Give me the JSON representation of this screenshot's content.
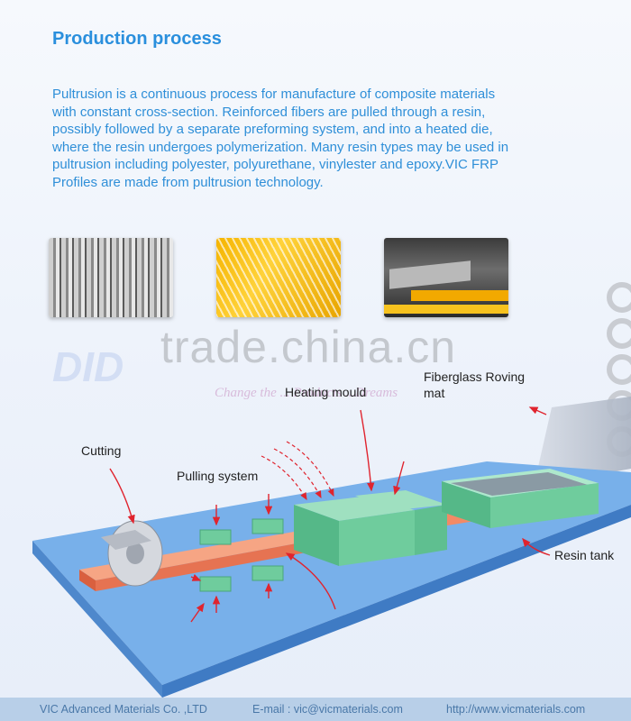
{
  "heading": "Production process",
  "intro": "Pultrusion is a continuous process for manufacture of composite materials with constant cross-section. Reinforced fibers are pulled through a resin, possibly followed by a separate preforming system, and into a heated die, where the resin undergoes polymerization. Many resin types may be used in pultrusion including polyester, polyurethane, vinylester and epoxy.VIC FRP Profiles are made from pultrusion technology.",
  "watermark": "trade.china.cn",
  "logo_text": "DID",
  "tagline": "Change the ... Products ...Dreams",
  "labels": {
    "fiberglass_line1": "Fiberglass Roving",
    "fiberglass_line2": "mat",
    "heating_mould": "Heating mould",
    "cutting": "Cutting",
    "pulling_system": "Pulling system",
    "resin_tank": "Resin tank"
  },
  "footer": {
    "company": "VIC Advanced Materials Co. ,LTD",
    "email": "E-mail : vic@vicmaterials.com",
    "website": "http://www.vicmaterials.com"
  },
  "colors": {
    "heading": "#2a8fdd",
    "profile": "#f28a66",
    "block": "#6cc9a0",
    "platform": "#5f9be0",
    "arrow": "#e0242e"
  }
}
